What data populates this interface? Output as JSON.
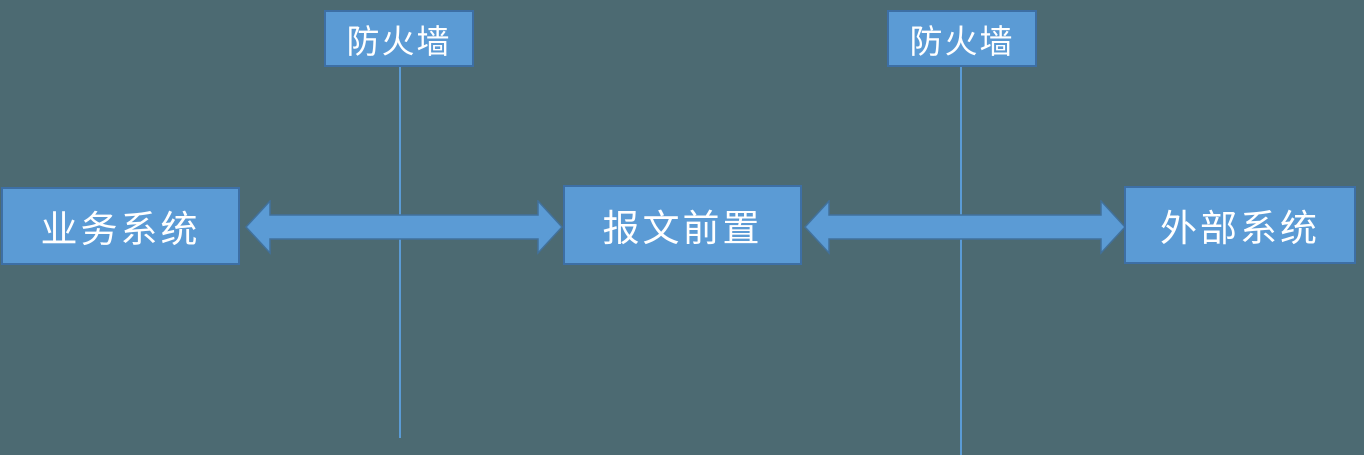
{
  "diagram": {
    "title": "message-gateway-network-topology",
    "nodes": [
      {
        "id": "business-system",
        "label": "业务系统"
      },
      {
        "id": "message-front",
        "label": "报文前置"
      },
      {
        "id": "external-system",
        "label": "外部系统"
      }
    ],
    "firewalls": [
      {
        "id": "firewall-left",
        "label": "防火墙"
      },
      {
        "id": "firewall-right",
        "label": "防火墙"
      }
    ],
    "connections": [
      {
        "from": "业务系统",
        "to": "报文前置",
        "type": "double-arrow",
        "crosses": "防火墙"
      },
      {
        "from": "报文前置",
        "to": "外部系统",
        "type": "double-arrow",
        "crosses": "防火墙"
      }
    ],
    "colors": {
      "background": "#4c6a72",
      "node_fill": "#5b9bd5",
      "node_border": "#3d6fa5",
      "arrow_fill": "#5b9bd5",
      "arrow_border": "#41719c",
      "line_color": "#5b9bd5",
      "text_color": "#ffffff"
    }
  }
}
